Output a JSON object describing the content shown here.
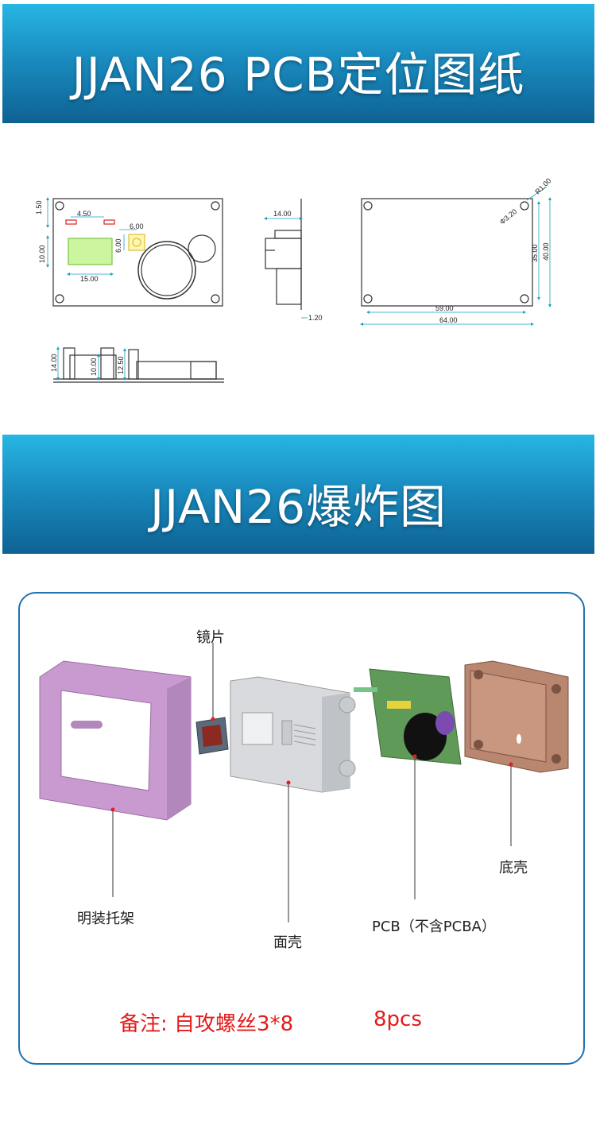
{
  "banner_top": {
    "title": "JJAN26 PCB定位图纸"
  },
  "banner_bottom": {
    "title": "JJAN26爆炸图"
  },
  "drawing_dims": {
    "d150": "1.50",
    "d450": "4.50",
    "d600h": "6.00",
    "d600v": "6.00",
    "d1000": "10.00",
    "d1500": "15.00",
    "d1400top": "14.00",
    "d120": "1.20",
    "r100": "R1.00",
    "phi320": "Φ3.20",
    "d3500": "35.00",
    "d4000": "40.00",
    "d5900": "59.00",
    "d6400": "64.00",
    "d1400side": "14.00",
    "d1000side": "10.00",
    "d1250": "12.50"
  },
  "parts": {
    "lens": "镜片",
    "bracket": "明装托架",
    "face_shell": "面壳",
    "pcb": "PCB（不含PCBA）",
    "bottom_shell": "底壳"
  },
  "note": {
    "label": "备注:  自攻螺丝3*8",
    "qty": "8pcs"
  },
  "colors": {
    "banner": "#1a8cc0",
    "frame": "#1d72b0",
    "note": "#e41b1b"
  }
}
